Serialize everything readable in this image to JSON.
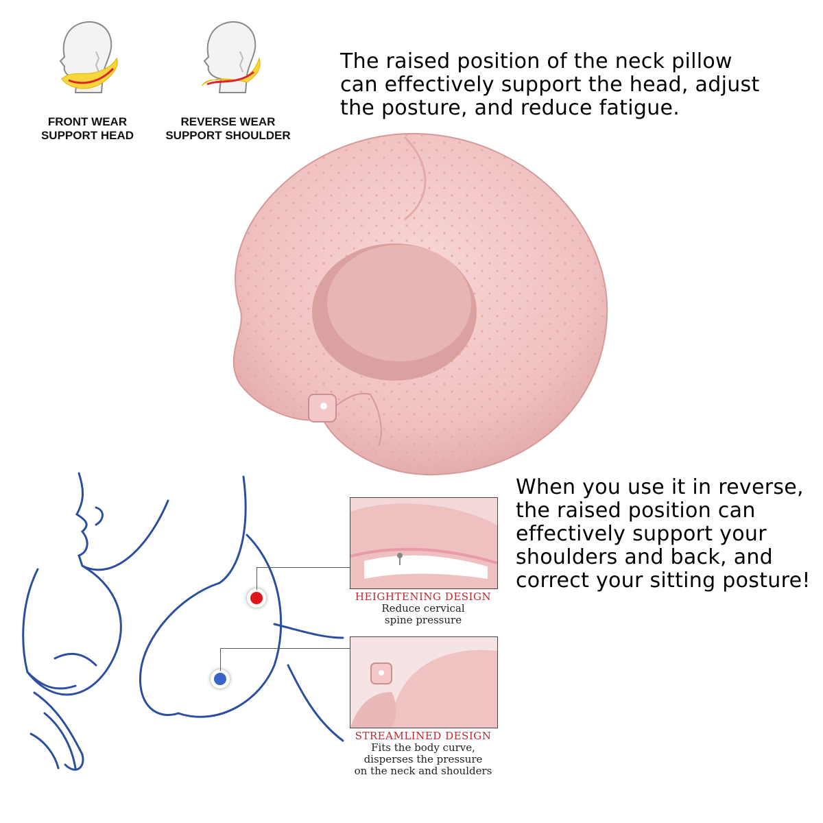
{
  "wear_modes": [
    {
      "line1": "FRONT WEAR",
      "line2": "SUPPORT HEAD"
    },
    {
      "line1": "REVERSE WEAR",
      "line2": "SUPPORT SHOULDER"
    }
  ],
  "headline_top": [
    "The raised position of the neck pillow",
    "can effectively support the head, adjust",
    "the posture, and reduce fatigue."
  ],
  "headline_reverse": [
    "When you use it in reverse,",
    "the raised position can",
    "effectively support your",
    "shoulders and back, and",
    "correct your sitting posture!"
  ],
  "features": [
    {
      "title": "HEIGHTENING DESIGN",
      "line1": "Reduce cervical",
      "line2": "spine pressure"
    },
    {
      "title": "STREAMLINED DESIGN",
      "line1": "Fits the body curve,",
      "line2": "disperses the pressure",
      "line3": "on the neck and shoulders"
    }
  ],
  "colors": {
    "pillow_pink": "#f2c4c4",
    "accent_red": "#c0272d",
    "marker_red": "#e0161e",
    "marker_blue": "#3b64c8",
    "sketch_blue": "#2b4e9e"
  }
}
